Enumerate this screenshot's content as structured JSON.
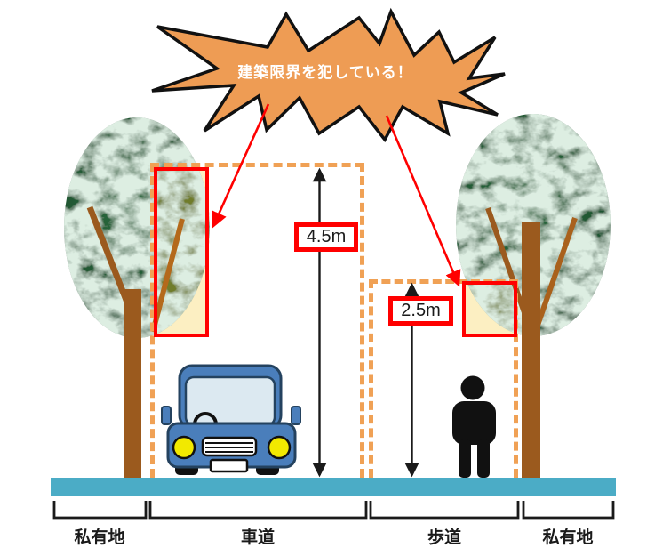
{
  "callout": {
    "text": "建築限界を犯している！"
  },
  "clearance_limits": {
    "roadway_height": "4.5m",
    "sidewalk_height": "2.5m"
  },
  "zones": [
    {
      "label": "私有地"
    },
    {
      "label": "車道"
    },
    {
      "label": "歩道"
    },
    {
      "label": "私有地"
    }
  ],
  "icons": {
    "left_tree": "tree-icon",
    "right_tree": "tree-icon",
    "vehicle": "car-front-icon",
    "pedestrian": "person-icon",
    "callout": "starburst-icon"
  },
  "colors": {
    "callout_fill": "#EE9C54",
    "clearance_dash": "#F0A155",
    "violation_red": "#FF0000",
    "road_surface_teal": "#4BACC6",
    "foliage_green": "#1E5A32",
    "violation_olive": "#6F7B2A",
    "highlight_yellow": "#FCEFC2",
    "trunk_brown": "#9B5A1E",
    "car_blue": "#4A7EBB",
    "headlight_yellow": "#F2E900"
  }
}
